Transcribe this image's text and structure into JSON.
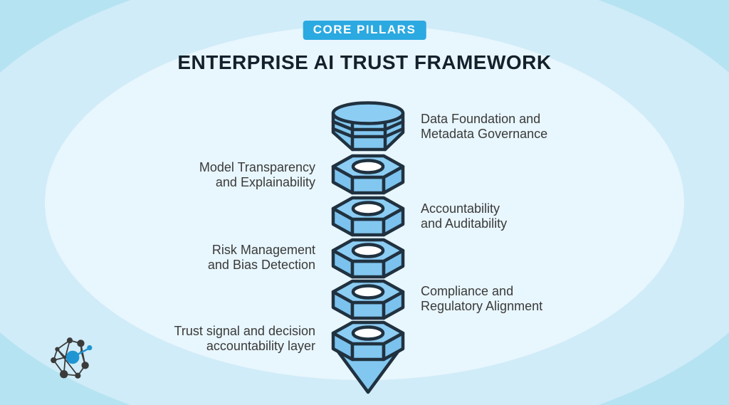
{
  "badge": {
    "label": "CORE PILLARS"
  },
  "title": "ENTERPRISE AI TRUST FRAMEWORK",
  "pillars": [
    {
      "shape": "cylinder",
      "side": "right",
      "label_line1": "Data Foundation and",
      "label_line2": "Metadata Governance"
    },
    {
      "shape": "hex-nut",
      "side": "left",
      "label_line1": "Model Transparency",
      "label_line2": "and Explainability"
    },
    {
      "shape": "hex-nut",
      "side": "right",
      "label_line1": "Accountability",
      "label_line2": "and Auditability"
    },
    {
      "shape": "hex-nut",
      "side": "left",
      "label_line1": "Risk Management",
      "label_line2": "and Bias Detection"
    },
    {
      "shape": "hex-nut",
      "side": "right",
      "label_line1": "Compliance and",
      "label_line2": "Regulatory Alignment"
    },
    {
      "shape": "hex-nut-funnel",
      "side": "left",
      "label_line1": "Trust signal and decision",
      "label_line2": "accountability layer"
    }
  ],
  "colors": {
    "badge_bg": "#2BA9E1",
    "badge_text": "#FFFFFF",
    "title_text": "#14202B",
    "label_text": "#3A3A3A",
    "shape_fill": "#82C7F0",
    "shape_fill_top": "#8CCDF4",
    "shape_fill_side": "#7CC2EE",
    "shape_stroke": "#20313F",
    "hole_fill": "#FFFFFF",
    "bg_ring_inner": "#E8F6FD",
    "bg_ring_middle": "#D0ECF8",
    "bg_ring_outer": "#B6E3F2",
    "logo_dark": "#3B3B3B",
    "logo_blue": "#2095D3"
  },
  "logo": {
    "name": "network-graph-logo"
  }
}
